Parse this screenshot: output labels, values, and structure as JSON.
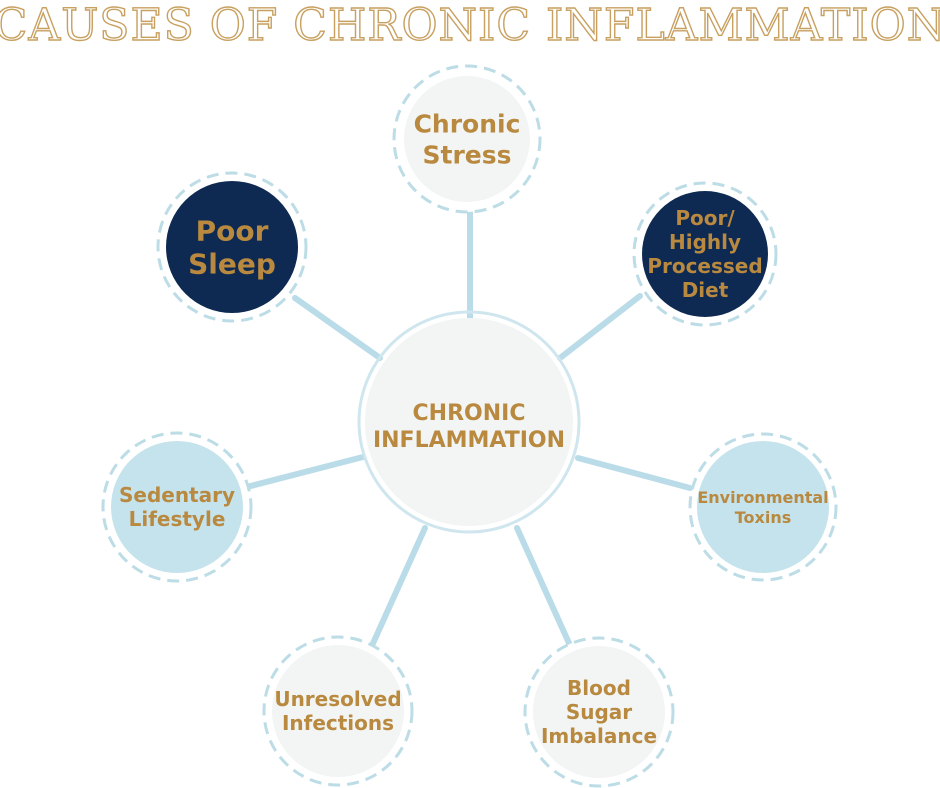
{
  "title": "CAUSES OF CHRONIC INFLAMMATION",
  "colors": {
    "navy": "#0e2a52",
    "light_blue": "#c5e3ec",
    "off_white": "#f2f5f3",
    "connector": "#b9dce8",
    "dashed_ring": "#bcdce6",
    "gold_text": "#b8893f"
  },
  "center": {
    "lines": [
      "CHRONIC",
      "INFLAMMATION"
    ]
  },
  "causes": [
    {
      "id": "chronic-stress",
      "lines": [
        "Chronic",
        "Stress"
      ],
      "fill": "off_white"
    },
    {
      "id": "poor-diet",
      "lines": [
        "Poor/",
        "Highly",
        "Processed",
        "Diet"
      ],
      "fill": "navy"
    },
    {
      "id": "environmental-toxins",
      "lines": [
        "Environmental",
        "Toxins"
      ],
      "fill": "light_blue"
    },
    {
      "id": "blood-sugar-imbalance",
      "lines": [
        "Blood",
        "Sugar",
        "Imbalance"
      ],
      "fill": "off_white"
    },
    {
      "id": "unresolved-infections",
      "lines": [
        "Unresolved",
        "Infections"
      ],
      "fill": "off_white"
    },
    {
      "id": "sedentary-lifestyle",
      "lines": [
        "Sedentary",
        "Lifestyle"
      ],
      "fill": "light_blue"
    },
    {
      "id": "poor-sleep",
      "lines": [
        "Poor",
        "Sleep"
      ],
      "fill": "navy"
    }
  ]
}
